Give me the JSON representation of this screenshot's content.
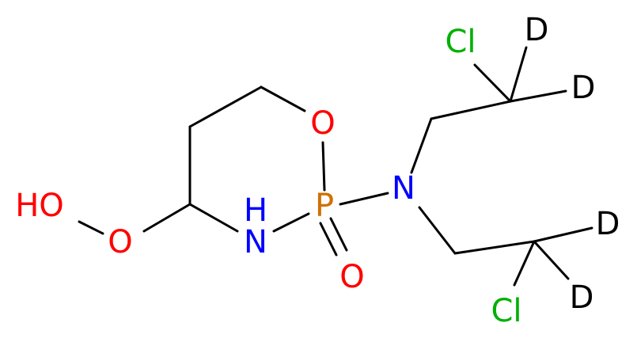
{
  "molecule": {
    "atoms": {
      "hydroxyl": {
        "label": "HO",
        "color": "#ff0000"
      },
      "peroxy_o": {
        "label": "O",
        "color": "#ff0000"
      },
      "ring_o": {
        "label": "O",
        "color": "#ff0000"
      },
      "ring_nh": {
        "label": "NH",
        "color": "#0000ff"
      },
      "ring_n_h": {
        "label": "H",
        "color": "#0000ff"
      },
      "ring_n": {
        "label": "N",
        "color": "#0000ff"
      },
      "phosphorus": {
        "label": "P",
        "color": "#d07000"
      },
      "phosphoryl_o": {
        "label": "O",
        "color": "#ff0000"
      },
      "amine_n": {
        "label": "N",
        "color": "#0000ff"
      },
      "cl_top": {
        "label": "Cl",
        "color": "#00b000"
      },
      "cl_bottom": {
        "label": "Cl",
        "color": "#00b000"
      },
      "d1": {
        "label": "D",
        "color": "#000000"
      },
      "d2": {
        "label": "D",
        "color": "#000000"
      },
      "d3": {
        "label": "D",
        "color": "#000000"
      },
      "d4": {
        "label": "D",
        "color": "#000000"
      }
    },
    "bond_color": "#000000"
  }
}
